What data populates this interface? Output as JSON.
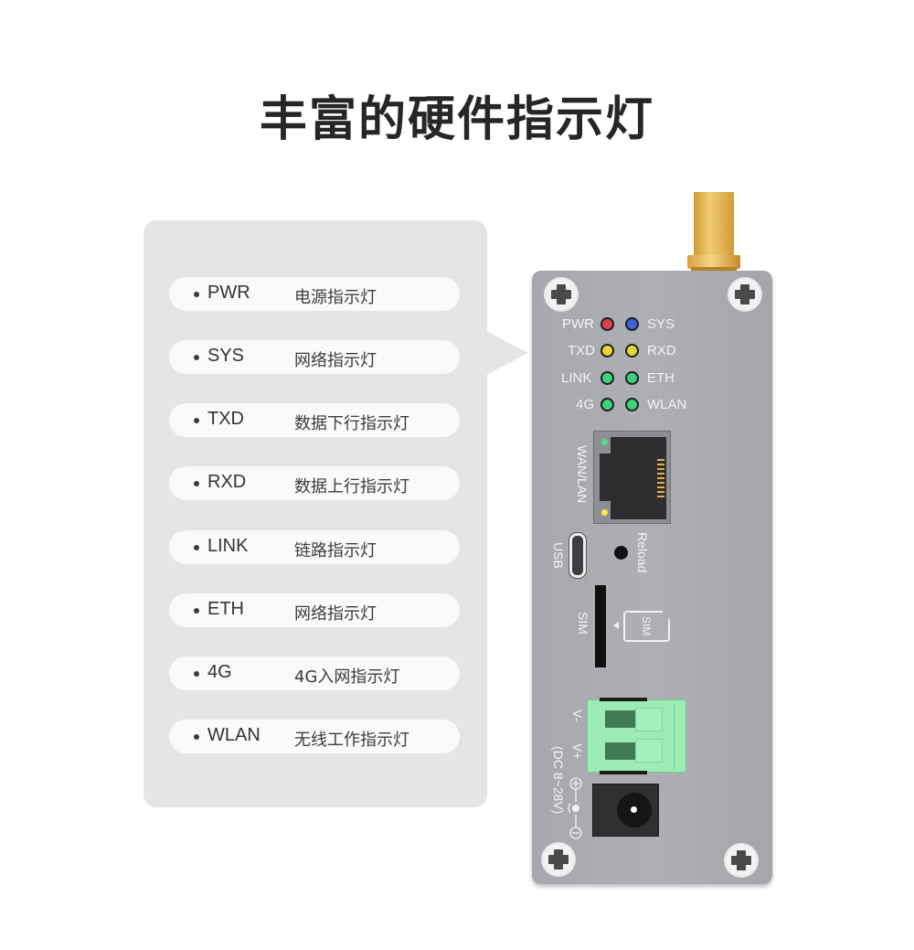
{
  "title": "丰富的硬件指示灯",
  "legend": {
    "items": [
      {
        "code": "PWR",
        "description": "电源指示灯"
      },
      {
        "code": "SYS",
        "description": "网络指示灯"
      },
      {
        "code": "TXD",
        "description": "数据下行指示灯"
      },
      {
        "code": "RXD",
        "description": "数据上行指示灯"
      },
      {
        "code": "LINK",
        "description": "链路指示灯"
      },
      {
        "code": "ETH",
        "description": "网络指示灯"
      },
      {
        "code": "4G",
        "description": "4G入网指示灯"
      },
      {
        "code": "WLAN",
        "description": "无线工作指示灯"
      }
    ]
  },
  "device": {
    "leds": [
      {
        "left_label": "PWR",
        "left_color": "#d9444a",
        "right_label": "SYS",
        "right_color": "#3f62d8"
      },
      {
        "left_label": "TXD",
        "left_color": "#e1d63a",
        "right_label": "RXD",
        "right_color": "#e1d63a"
      },
      {
        "left_label": "LINK",
        "left_color": "#3ed07a",
        "right_label": "ETH",
        "right_color": "#3ed07a"
      },
      {
        "left_label": "4G",
        "left_color": "#3ed07a",
        "right_label": "WLAN",
        "right_color": "#3ed07a"
      }
    ],
    "port_labels": {
      "ethernet": "WAN/LAN",
      "usb": "USB",
      "reload": "Reload",
      "sim_slot": "SIM",
      "sim_icon": "SIM",
      "v_minus": "V-",
      "v_plus": "V+",
      "power_spec": "(DC 8~28V)"
    }
  }
}
